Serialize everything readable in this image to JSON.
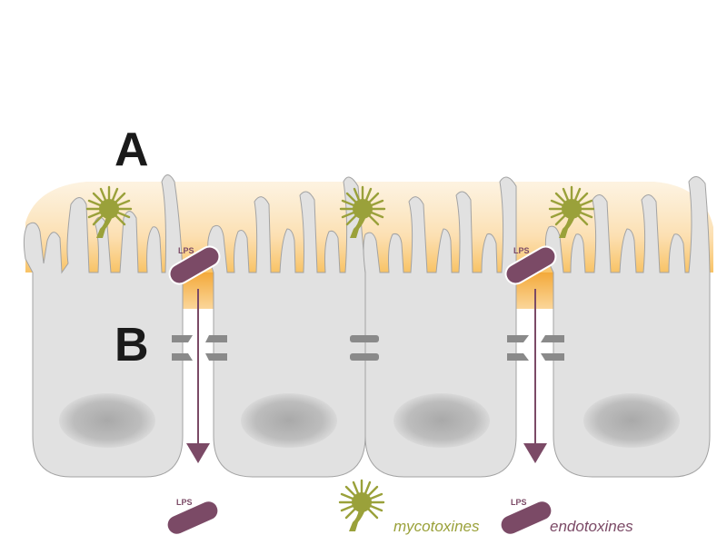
{
  "labels": {
    "section_a": "A",
    "section_b": "B",
    "lps": "LPS"
  },
  "legend": {
    "mycotoxins": "mycotoxines",
    "endotoxins": "endotoxines"
  },
  "colors": {
    "cell_fill": "#e1e1e1",
    "cell_stroke": "#a3a3a3",
    "nucleus": "#b9b9b9",
    "mucus": "#f7b84a",
    "junction": "#8a8a8a",
    "lps": "#7b4a66",
    "mycotoxin": "#9aa13a"
  },
  "icons": {
    "mycotoxin": "spiky-spore-icon",
    "endotoxin": "rod-bacterium-icon",
    "flow": "down-arrow-icon"
  }
}
